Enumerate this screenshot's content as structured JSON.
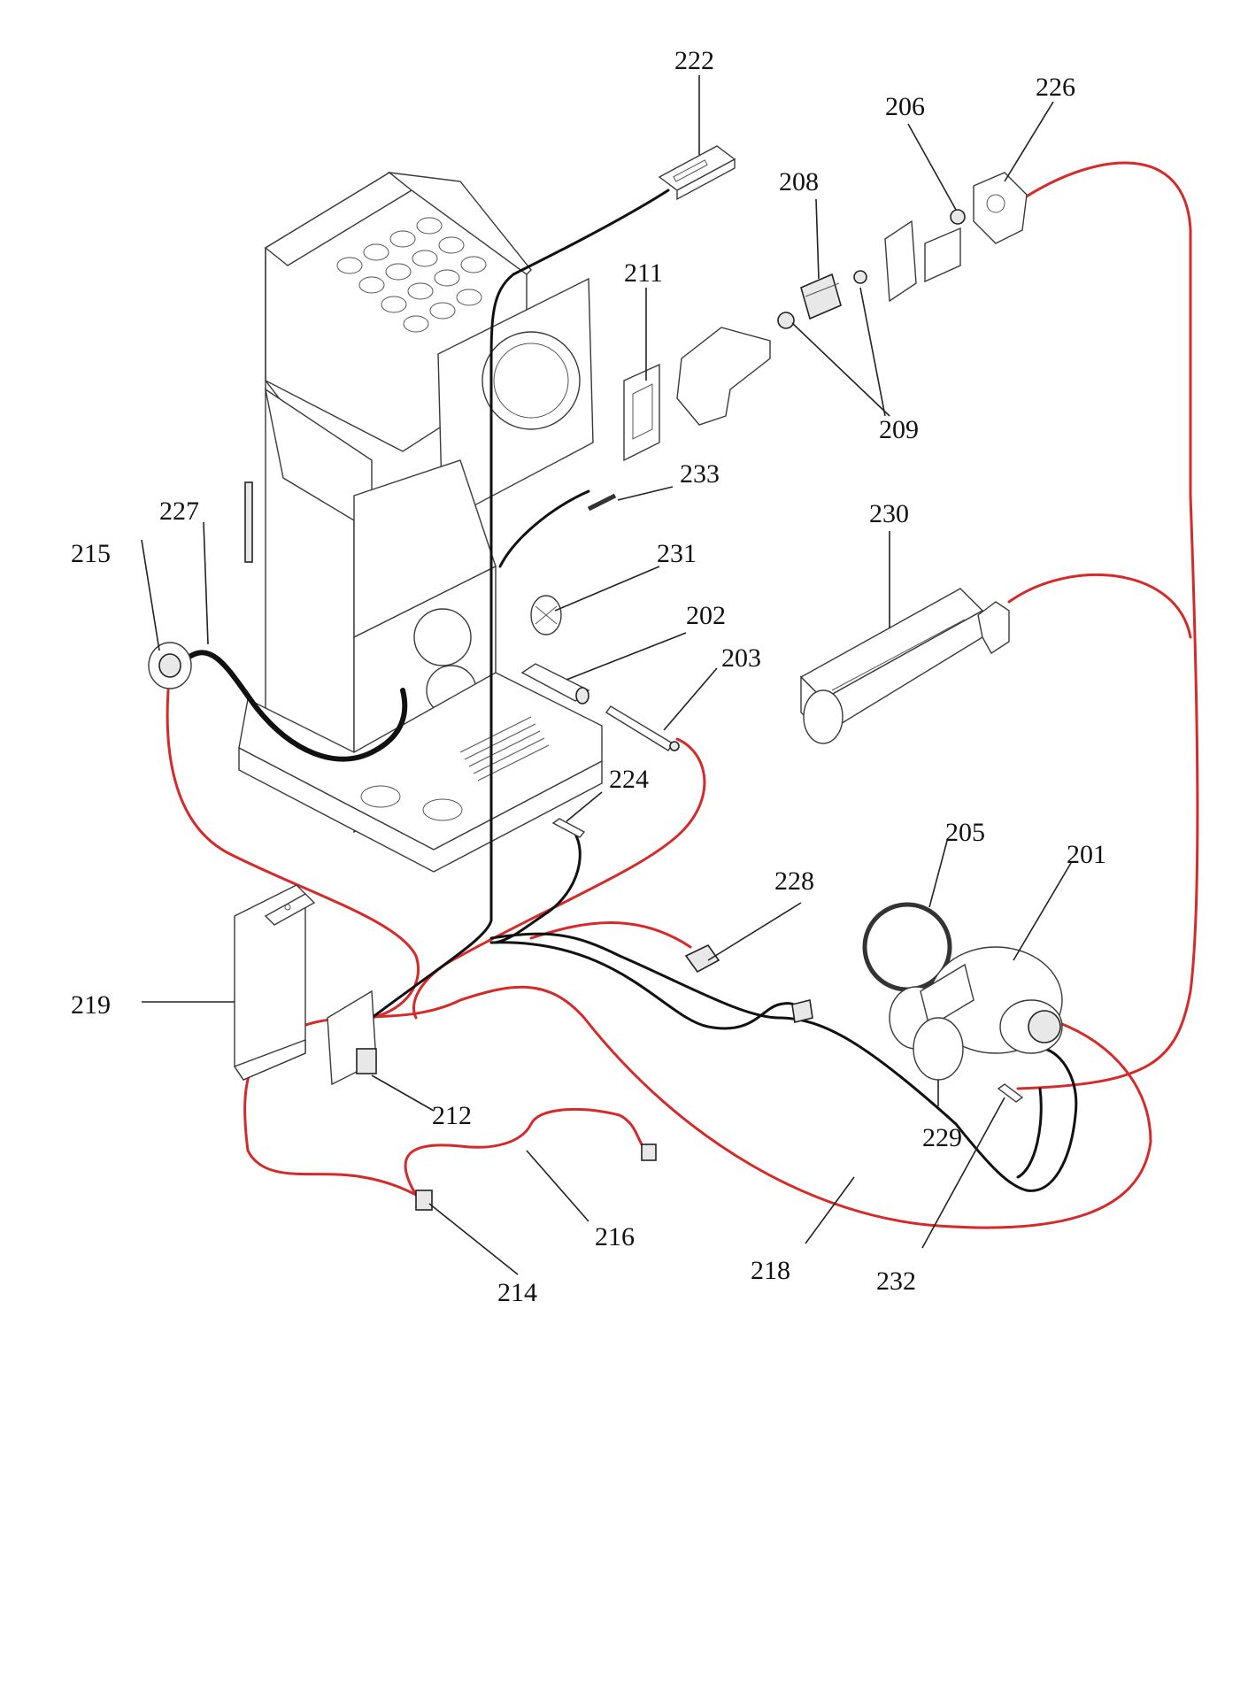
{
  "callouts": {
    "c201": "201",
    "c202": "202",
    "c203": "203",
    "c205": "205",
    "c206": "206",
    "c208": "208",
    "c209": "209",
    "c211": "211",
    "c212": "212",
    "c214": "214",
    "c215": "215",
    "c216": "216",
    "c218": "218",
    "c219": "219",
    "c222": "222",
    "c224": "224",
    "c226": "226",
    "c227": "227",
    "c228": "228",
    "c229": "229",
    "c230": "230",
    "c231": "231",
    "c232": "232",
    "c233": "233"
  },
  "colors": {
    "wire_red": "#d62a2a",
    "wire_black": "#111111",
    "line_art": "#3a3a3a",
    "background": "#ffffff"
  }
}
